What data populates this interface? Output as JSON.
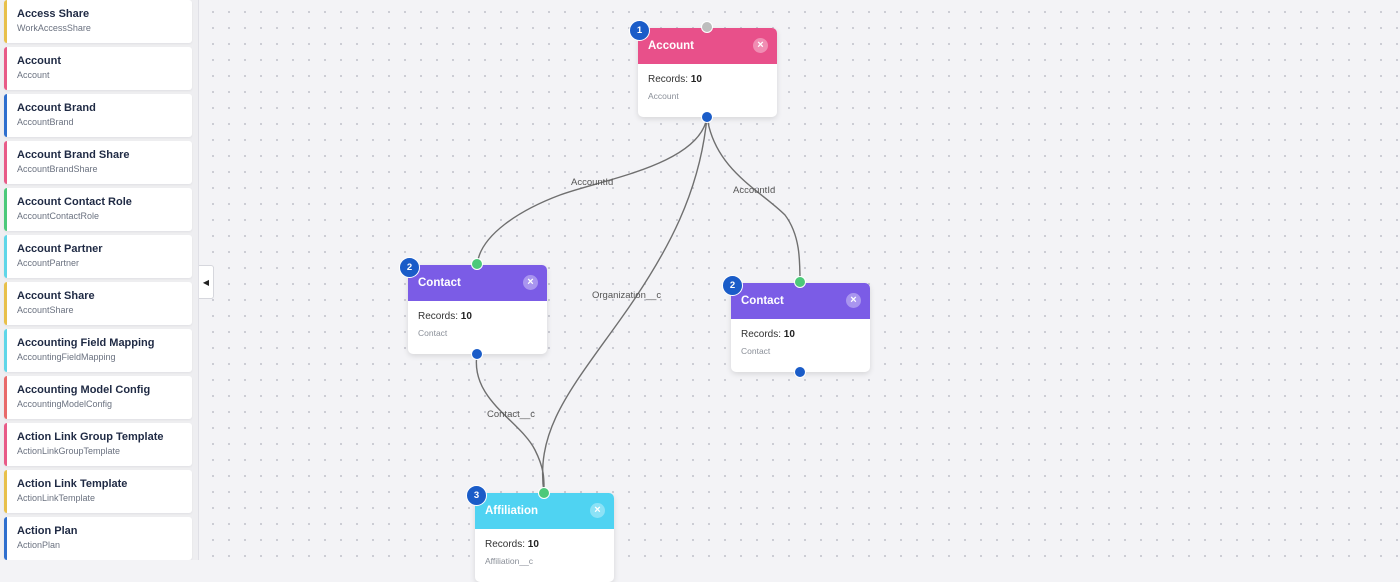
{
  "sidebar": {
    "items": [
      {
        "title": "Access Share",
        "sub": "WorkAccessShare",
        "color": "#e8c04a"
      },
      {
        "title": "Account",
        "sub": "Account",
        "color": "#e85b88"
      },
      {
        "title": "Account Brand",
        "sub": "AccountBrand",
        "color": "#2f6fce"
      },
      {
        "title": "Account Brand Share",
        "sub": "AccountBrandShare",
        "color": "#e85b88"
      },
      {
        "title": "Account Contact Role",
        "sub": "AccountContactRole",
        "color": "#4cc97a"
      },
      {
        "title": "Account Partner",
        "sub": "AccountPartner",
        "color": "#5fd6e8"
      },
      {
        "title": "Account Share",
        "sub": "AccountShare",
        "color": "#e8c04a"
      },
      {
        "title": "Accounting Field Mapping",
        "sub": "AccountingFieldMapping",
        "color": "#5fd6e8"
      },
      {
        "title": "Accounting Model Config",
        "sub": "AccountingModelConfig",
        "color": "#e86a6a"
      },
      {
        "title": "Action Link Group Template",
        "sub": "ActionLinkGroupTemplate",
        "color": "#e85b88"
      },
      {
        "title": "Action Link Template",
        "sub": "ActionLinkTemplate",
        "color": "#e8c04a"
      },
      {
        "title": "Action Plan",
        "sub": "ActionPlan",
        "color": "#2f6fce"
      }
    ]
  },
  "collapse_toggle": {
    "icon": "triangle-left-icon",
    "glyph": "◀"
  },
  "nodes": {
    "account": {
      "step": "1",
      "title": "Account",
      "records_label": "Records:",
      "records_value": "10",
      "sub": "Account",
      "color": "#e8508a"
    },
    "contact_left": {
      "step": "2",
      "title": "Contact",
      "records_label": "Records:",
      "records_value": "10",
      "sub": "Contact",
      "color": "#7b5ce6"
    },
    "contact_right": {
      "step": "2",
      "title": "Contact",
      "records_label": "Records:",
      "records_value": "10",
      "sub": "Contact",
      "color": "#7b5ce6"
    },
    "affiliation": {
      "step": "3",
      "title": "Affiliation",
      "records_label": "Records:",
      "records_value": "10",
      "sub": "Affiliation__c",
      "color": "#4fd3f2"
    }
  },
  "close_glyph": "×",
  "edges": {
    "account_to_contact_left": "AccountId",
    "account_to_contact_right": "AccountId",
    "account_to_affiliation": "Organization__c",
    "contact_to_affiliation": "Contact__c"
  },
  "colors": {
    "handle_source": "#1a5cc8",
    "handle_target": "#4cc97a",
    "handle_idle": "#bdbdbd",
    "edge": "#6f6f6f"
  }
}
